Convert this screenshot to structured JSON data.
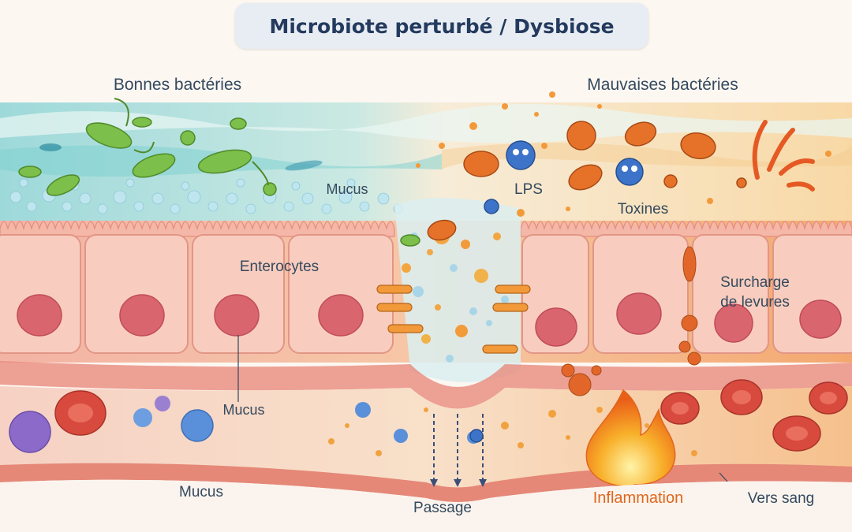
{
  "title": "Microbiote perturbé / Dysbiose",
  "labels": {
    "good_bacteria": "Bonnes bactéries",
    "bad_bacteria": "Mauvaises bactéries",
    "mucus_top": "Mucus",
    "lps": "LPS",
    "toxins": "Toxines",
    "enterocytes": "Enterocytes",
    "yeast": "Surcharge\nde levures",
    "mucus_mid": "Mucus",
    "mucus_bottom": "Mucus",
    "passage": "Passage",
    "inflammation": "Inflammation",
    "to_blood": "Vers sang"
  },
  "colors": {
    "title_text": "#243a5e",
    "label_text": "#34495e",
    "inflammation_text": "#e0661b",
    "mucus_healthy": "#8fd6d4",
    "mucus_dysbiosis": "#f6d9a6",
    "cell": "#f7c9b8",
    "nucleus": "#d9656e",
    "good_bacteria": "#7cbf4a",
    "bad_bacteria": "#e6722a",
    "lps": "#3d74c9",
    "flame": "#f5a020",
    "red_blood_cell": "#d84a3d"
  }
}
